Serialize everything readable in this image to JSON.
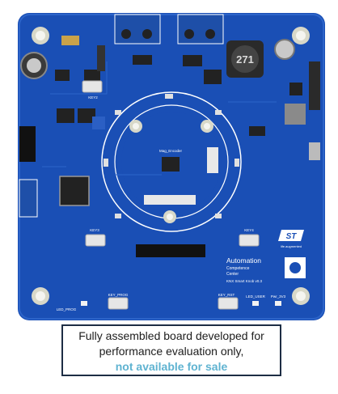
{
  "board": {
    "labels": {
      "key2": "KEY2",
      "key3": "KEY3",
      "key4": "KEY4",
      "key_prog": "KEY_PROG",
      "key_rst": "KEY_RST",
      "led_prog": "LED_PROG",
      "led_user": "LED_USER",
      "pwr": "Pwr_3V3",
      "mag_encoder": "Mag_Encoder",
      "automation": "Automation",
      "competence": "Competence",
      "center": "Center",
      "knx": "KNX Smart Knob v0.3",
      "st_logo_text": "life.augmented",
      "inductor": "271"
    },
    "colors": {
      "pcb": "#1a4fb5",
      "pcb_dark": "#123c8f",
      "silkscreen": "#ffffff",
      "gold": "#c9b06a"
    }
  },
  "caption": {
    "line1": "Fully assembled board developed for",
    "line2": "performance evaluation only,",
    "line3": "not available for sale"
  }
}
